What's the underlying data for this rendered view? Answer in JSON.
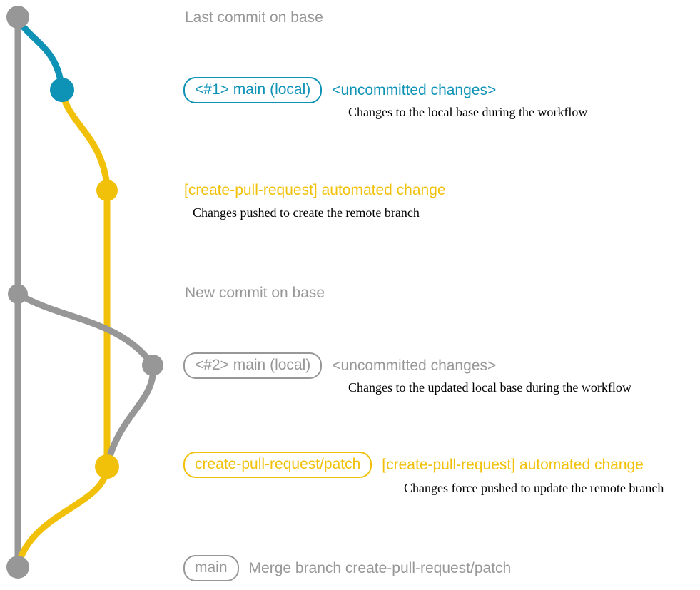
{
  "colors": {
    "gray": "#979797",
    "teal": "#0e93b7",
    "yellow": "#f1c109",
    "note": "#000000",
    "background": "#ffffff"
  },
  "rows": [
    {
      "label": "Last commit on base"
    },
    {
      "badge": "<#1> main (local)",
      "label": "<uncommitted changes>",
      "note": "Changes to the local base during the workflow"
    },
    {
      "label": "[create-pull-request] automated change",
      "note": "Changes pushed to create the remote branch"
    },
    {
      "label": "New commit on base"
    },
    {
      "badge": "<#2> main (local)",
      "label": "<uncommitted changes>",
      "note": "Changes to the updated local base during the workflow"
    },
    {
      "badge": "create-pull-request/patch",
      "label": "[create-pull-request] automated change",
      "note": "Changes force pushed to update the remote branch"
    },
    {
      "badge": "main",
      "label": "Merge branch create-pull-request/patch"
    }
  ]
}
